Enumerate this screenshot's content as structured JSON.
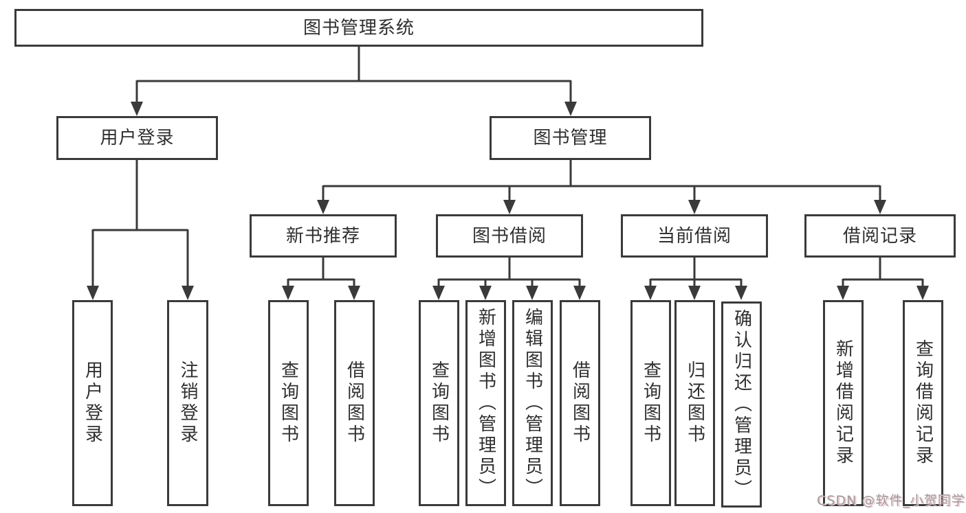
{
  "diagram": {
    "type": "hierarchy-tree",
    "root": {
      "label": "图书管理系统"
    },
    "branches": [
      {
        "label": "用户登录",
        "children": [
          {
            "label": "用户登录"
          },
          {
            "label": "注销登录"
          }
        ]
      },
      {
        "label": "图书管理",
        "children": [
          {
            "label": "新书推荐",
            "children": [
              {
                "label": "查询图书"
              },
              {
                "label": "借阅图书"
              }
            ]
          },
          {
            "label": "图书借阅",
            "children": [
              {
                "label": "查询图书"
              },
              {
                "label": "新增图书（管理员）"
              },
              {
                "label": "编辑图书（管理员）"
              },
              {
                "label": "借阅图书"
              }
            ]
          },
          {
            "label": "当前借阅",
            "children": [
              {
                "label": "查询图书"
              },
              {
                "label": "归还图书"
              },
              {
                "label": "确认归还（管理员）"
              }
            ]
          },
          {
            "label": "借阅记录",
            "children": [
              {
                "label": "新增借阅记录"
              },
              {
                "label": "查询借阅记录"
              }
            ]
          }
        ]
      }
    ]
  },
  "watermark": {
    "text": "CSDN @软件_小贺同学"
  },
  "colors": {
    "line": "#3a3a3a",
    "box_border": "#3a3a3a",
    "box_fill": "#ffffff",
    "text": "#2f2f2f",
    "watermark_text": "#9c9c9c",
    "watermark_shadow": "#f2c6ce",
    "background": "#ffffff"
  }
}
